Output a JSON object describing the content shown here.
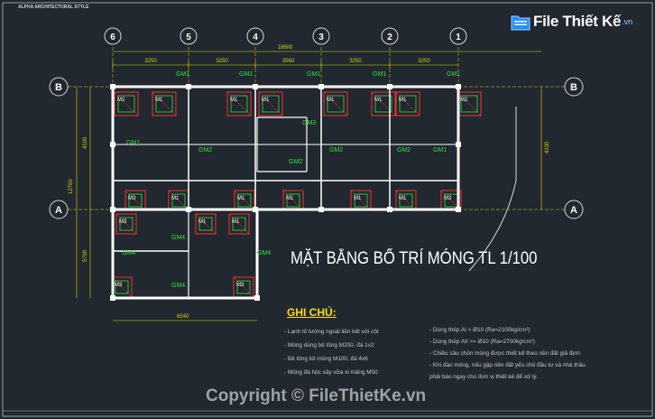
{
  "drawing": {
    "title": "MẶT BẰNG BỐ TRÍ MÓNG TL 1/100",
    "style_tag": "ALPHA ARCHITECTURAL STYLE",
    "column_axes": [
      "6",
      "5",
      "4",
      "3",
      "2",
      "1"
    ],
    "row_axes": [
      "B",
      "A"
    ],
    "overall_dimension": "18600",
    "bay_dimensions": [
      "3250",
      "3250",
      "3560",
      "3250",
      "3250"
    ],
    "beam_labels": {
      "gm1": "GM1",
      "gm2": "GM2",
      "gm3": "GM3",
      "gm4": "GM4"
    },
    "footing_label": "M1",
    "footing_label_2": "M2",
    "footing_label_3": "M3"
  },
  "notes": {
    "heading": "GHI CHÚ:",
    "left": [
      "- Lanh tô tường ngoài liền kết với cột",
      "- Móng dùng bê tông M200, đá 1x2",
      "- Bê tông lót móng M100, đá 4x6",
      "- Móng đá hộc xây vữa xi măng M50"
    ],
    "right": [
      "- Dùng thép AI < Ø10 (Ra=2100kg/cm²)",
      "- Dùng thép AII >= Ø10 (Ra=2700kg/cm²)",
      "- Chiều sâu chôn móng được thiết kế theo nền đất giả định",
      "- Khi đào móng, nếu gặp nền đất yếu chủ đầu tư và nhà thầu",
      "  phải báo ngay cho đơn vị thiết kế để xử lý."
    ]
  },
  "watermark": "Copyright © FileThietKe.vn",
  "logo": {
    "text": "File Thiết Kế",
    "suffix": ".vn"
  },
  "colors": {
    "background": "#212830",
    "wall": "#ffffff",
    "footing": "#ff2d2d",
    "beam": "#33e03a",
    "axis": "#ffe000",
    "dimension": "#d6d600"
  }
}
